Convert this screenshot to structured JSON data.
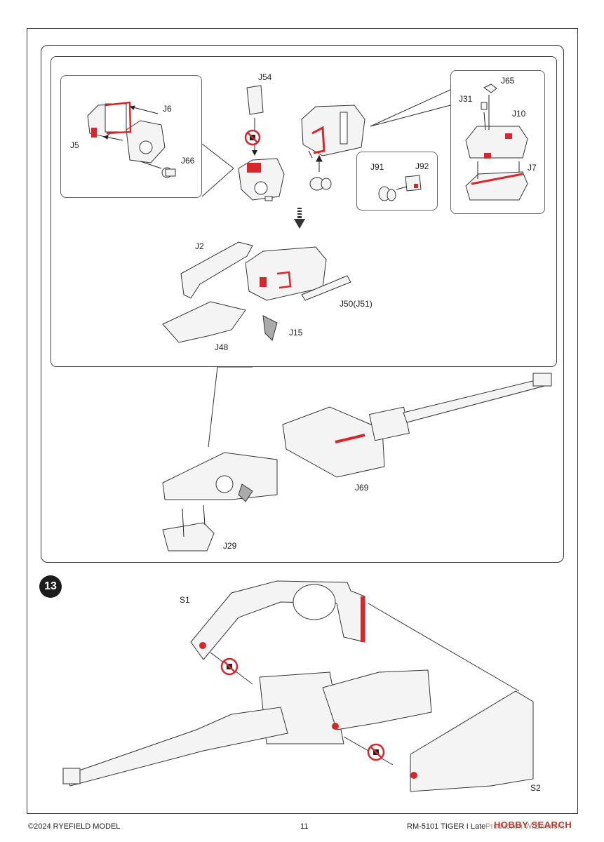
{
  "page": {
    "step_number": "13",
    "page_number": "11",
    "copyright": "©2024 RYEFIELD MODEL",
    "product_code": "RM-5101 TIGER I Late",
    "product_overlap": "Production W/Zimmerit",
    "watermark": "HOBBY SEARCH"
  },
  "labels": {
    "j54": "J54",
    "j6": "J6",
    "j5": "J5",
    "j66": "J66",
    "j65": "J65",
    "j31": "J31",
    "j10": "J10",
    "j7": "J7",
    "j91": "J91",
    "j92": "J92",
    "j2": "J2",
    "j50": "J50(J51)",
    "j15": "J15",
    "j48": "J48",
    "j69": "J69",
    "j29": "J29",
    "s1": "S1",
    "s2": "S2"
  },
  "colors": {
    "glue": "#d9262b",
    "line": "#333333",
    "part_fill": "#f4f4f4"
  },
  "icons": [
    "no-cement-icon",
    "down-arrow-icon"
  ]
}
